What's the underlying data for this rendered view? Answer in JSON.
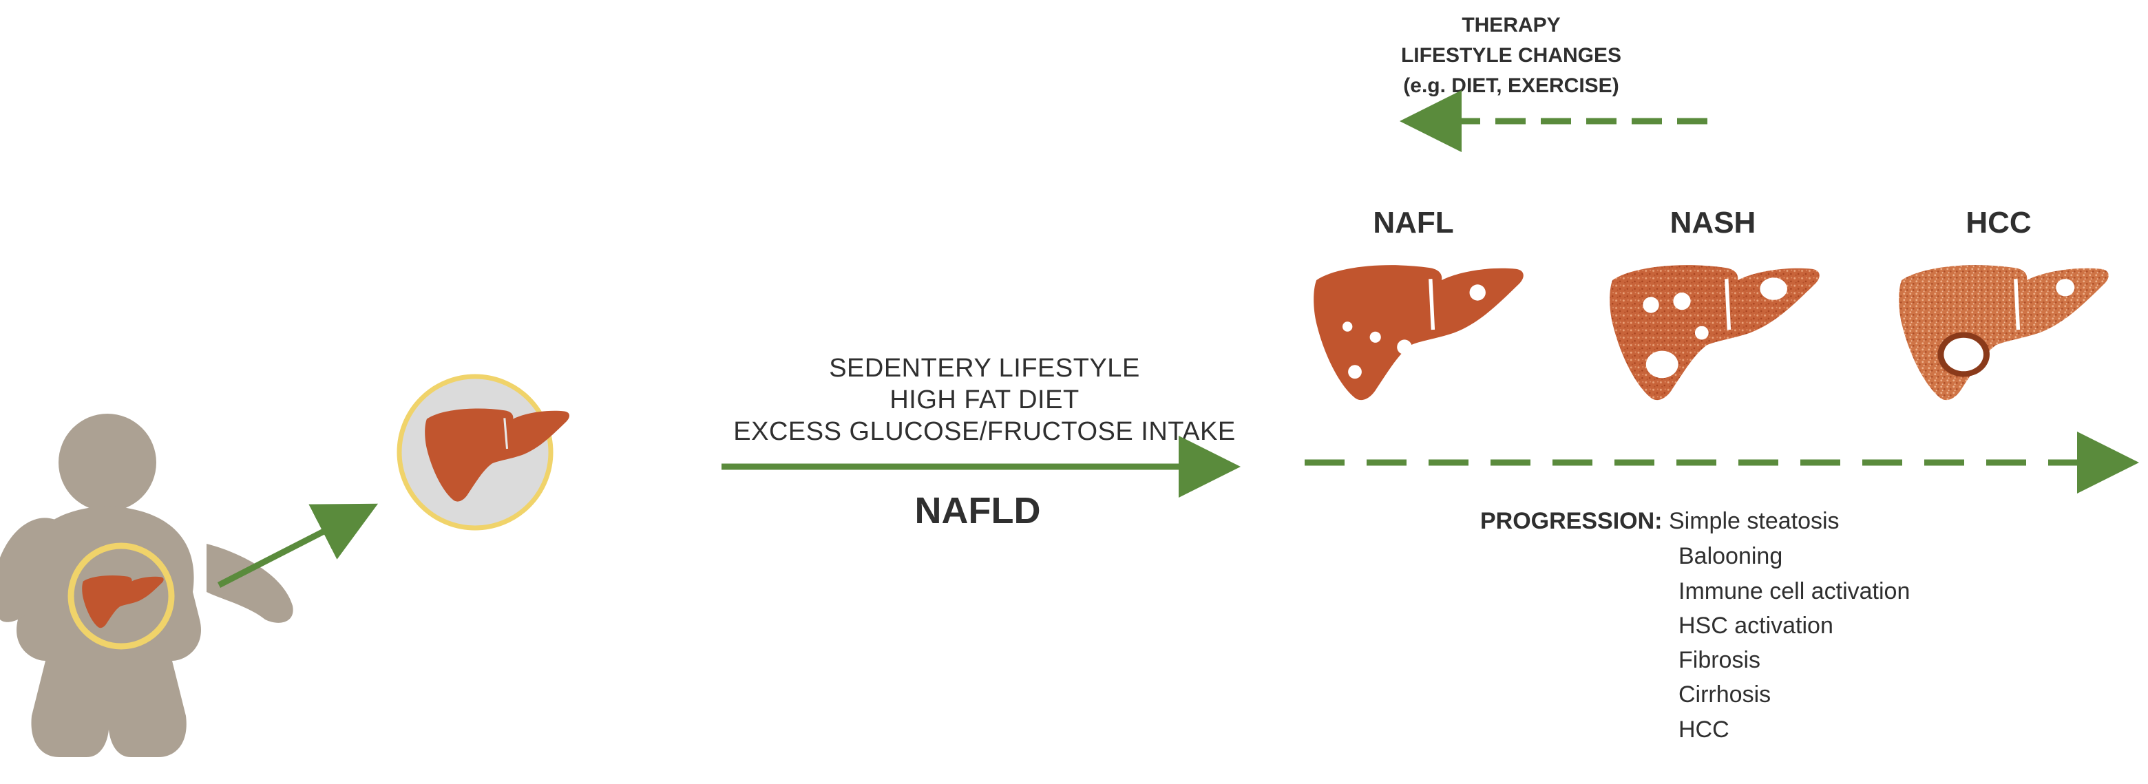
{
  "colors": {
    "liver": "#c1552e",
    "liver_dark": "#a8431f",
    "body": "#aca193",
    "ring": "#f0d36a",
    "circle_bg": "#dbdbdb",
    "arrow": "#5a8b3c",
    "text": "#2f2f2f"
  },
  "icons": [
    "person-icon",
    "liver-icon",
    "arrow-icon",
    "dashed-arrow-icon"
  ],
  "causes": {
    "line1": "SEDENTERY LIFESTYLE",
    "line2": "HIGH FAT DIET",
    "line3": "EXCESS GLUCOSE/FRUCTOSE INTAKE",
    "disease": "NAFLD"
  },
  "therapy": {
    "line1": "THERAPY",
    "line2": "LIFESTYLE CHANGES",
    "line3": "(e.g. DIET, EXERCISE)"
  },
  "stages": [
    {
      "label": "NAFL"
    },
    {
      "label": "NASH"
    },
    {
      "label": "HCC"
    }
  ],
  "progression": {
    "heading": "PROGRESSION:",
    "items": [
      "Simple steatosis",
      "Balooning",
      "Immune cell activation",
      "HSC activation",
      "Fibrosis",
      "Cirrhosis",
      "HCC"
    ]
  }
}
